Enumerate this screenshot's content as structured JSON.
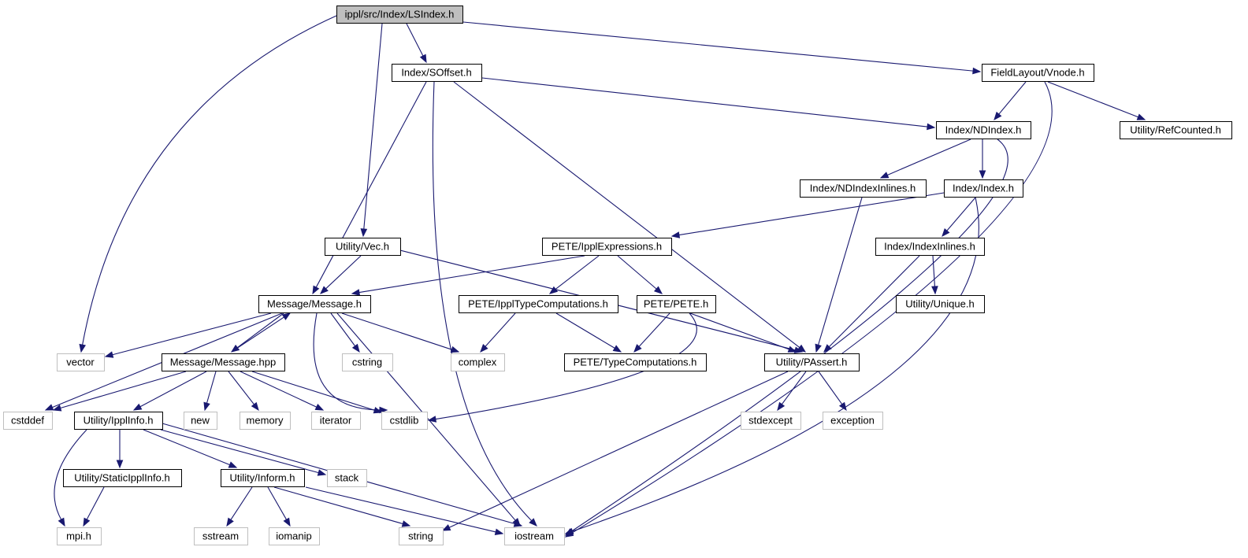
{
  "diagram": {
    "colors": {
      "edge": "#191970",
      "root_fill": "#bfbfbf",
      "node_border": "#000000",
      "system_border": "#bfbfbf",
      "background": "#ffffff"
    },
    "nodes": [
      {
        "id": "lsindex",
        "label": "ippl/src/Index/LSIndex.h",
        "kind": "root"
      },
      {
        "id": "soffset",
        "label": "Index/SOffset.h",
        "kind": "file"
      },
      {
        "id": "vnode",
        "label": "FieldLayout/Vnode.h",
        "kind": "file"
      },
      {
        "id": "ndindex",
        "label": "Index/NDIndex.h",
        "kind": "file"
      },
      {
        "id": "refcounted",
        "label": "Utility/RefCounted.h",
        "kind": "file"
      },
      {
        "id": "ndinlines",
        "label": "Index/NDIndexInlines.h",
        "kind": "file"
      },
      {
        "id": "indexh",
        "label": "Index/Index.h",
        "kind": "file"
      },
      {
        "id": "vec",
        "label": "Utility/Vec.h",
        "kind": "file"
      },
      {
        "id": "ipplexpr",
        "label": "PETE/IpplExpressions.h",
        "kind": "file"
      },
      {
        "id": "indexinlines",
        "label": "Index/IndexInlines.h",
        "kind": "file"
      },
      {
        "id": "message",
        "label": "Message/Message.h",
        "kind": "file"
      },
      {
        "id": "ippltypecomp",
        "label": "PETE/IpplTypeComputations.h",
        "kind": "file"
      },
      {
        "id": "pete",
        "label": "PETE/PETE.h",
        "kind": "file"
      },
      {
        "id": "unique",
        "label": "Utility/Unique.h",
        "kind": "file"
      },
      {
        "id": "vector",
        "label": "vector",
        "kind": "system"
      },
      {
        "id": "messagehpp",
        "label": "Message/Message.hpp",
        "kind": "file"
      },
      {
        "id": "cstring",
        "label": "cstring",
        "kind": "system"
      },
      {
        "id": "complex",
        "label": "complex",
        "kind": "system"
      },
      {
        "id": "typecomp",
        "label": "PETE/TypeComputations.h",
        "kind": "file"
      },
      {
        "id": "passert",
        "label": "Utility/PAssert.h",
        "kind": "file"
      },
      {
        "id": "cstddef",
        "label": "cstddef",
        "kind": "system"
      },
      {
        "id": "ipplinfo",
        "label": "Utility/IpplInfo.h",
        "kind": "file"
      },
      {
        "id": "new",
        "label": "new",
        "kind": "system"
      },
      {
        "id": "memory",
        "label": "memory",
        "kind": "system"
      },
      {
        "id": "iterator",
        "label": "iterator",
        "kind": "system"
      },
      {
        "id": "cstdlib",
        "label": "cstdlib",
        "kind": "system"
      },
      {
        "id": "stdexcept",
        "label": "stdexcept",
        "kind": "system"
      },
      {
        "id": "exception",
        "label": "exception",
        "kind": "system"
      },
      {
        "id": "staticippl",
        "label": "Utility/StaticIpplInfo.h",
        "kind": "file"
      },
      {
        "id": "inform",
        "label": "Utility/Inform.h",
        "kind": "file"
      },
      {
        "id": "stack",
        "label": "stack",
        "kind": "system"
      },
      {
        "id": "mpi",
        "label": "mpi.h",
        "kind": "system"
      },
      {
        "id": "sstream",
        "label": "sstream",
        "kind": "system"
      },
      {
        "id": "iomanip",
        "label": "iomanip",
        "kind": "system"
      },
      {
        "id": "string",
        "label": "string",
        "kind": "system"
      },
      {
        "id": "iostream",
        "label": "iostream",
        "kind": "system"
      }
    ],
    "edges": [
      {
        "from": "lsindex",
        "to": "soffset"
      },
      {
        "from": "lsindex",
        "to": "vnode"
      },
      {
        "from": "lsindex",
        "to": "vec"
      },
      {
        "from": "lsindex",
        "to": "vector"
      },
      {
        "from": "soffset",
        "to": "ndindex"
      },
      {
        "from": "soffset",
        "to": "message"
      },
      {
        "from": "soffset",
        "to": "iostream"
      },
      {
        "from": "soffset",
        "to": "passert"
      },
      {
        "from": "vnode",
        "to": "ndindex"
      },
      {
        "from": "vnode",
        "to": "refcounted"
      },
      {
        "from": "vnode",
        "to": "iostream"
      },
      {
        "from": "ndindex",
        "to": "ndinlines"
      },
      {
        "from": "ndindex",
        "to": "indexh"
      },
      {
        "from": "ndindex",
        "to": "iostream"
      },
      {
        "from": "ndinlines",
        "to": "passert"
      },
      {
        "from": "indexh",
        "to": "ipplexpr"
      },
      {
        "from": "indexh",
        "to": "indexinlines"
      },
      {
        "from": "indexh",
        "to": "iostream"
      },
      {
        "from": "vec",
        "to": "message"
      },
      {
        "from": "vec",
        "to": "passert"
      },
      {
        "from": "ipplexpr",
        "to": "message"
      },
      {
        "from": "ipplexpr",
        "to": "ippltypecomp"
      },
      {
        "from": "ipplexpr",
        "to": "pete"
      },
      {
        "from": "indexinlines",
        "to": "unique"
      },
      {
        "from": "indexinlines",
        "to": "passert"
      },
      {
        "from": "message",
        "to": "vector"
      },
      {
        "from": "message",
        "to": "messagehpp"
      },
      {
        "from": "message",
        "to": "cstring"
      },
      {
        "from": "message",
        "to": "complex"
      },
      {
        "from": "message",
        "to": "cstddef"
      },
      {
        "from": "message",
        "to": "cstdlib"
      },
      {
        "from": "message",
        "to": "iostream"
      },
      {
        "from": "messagehpp",
        "to": "message"
      },
      {
        "from": "messagehpp",
        "to": "cstddef"
      },
      {
        "from": "messagehpp",
        "to": "ipplinfo"
      },
      {
        "from": "messagehpp",
        "to": "new"
      },
      {
        "from": "messagehpp",
        "to": "memory"
      },
      {
        "from": "messagehpp",
        "to": "iterator"
      },
      {
        "from": "messagehpp",
        "to": "cstdlib"
      },
      {
        "from": "ippltypecomp",
        "to": "complex"
      },
      {
        "from": "ippltypecomp",
        "to": "typecomp"
      },
      {
        "from": "pete",
        "to": "typecomp"
      },
      {
        "from": "pete",
        "to": "passert"
      },
      {
        "from": "pete",
        "to": "cstdlib"
      },
      {
        "from": "passert",
        "to": "stdexcept"
      },
      {
        "from": "passert",
        "to": "exception"
      },
      {
        "from": "passert",
        "to": "string"
      },
      {
        "from": "ipplinfo",
        "to": "staticippl"
      },
      {
        "from": "ipplinfo",
        "to": "inform"
      },
      {
        "from": "ipplinfo",
        "to": "stack"
      },
      {
        "from": "ipplinfo",
        "to": "mpi"
      },
      {
        "from": "ipplinfo",
        "to": "iostream"
      },
      {
        "from": "staticippl",
        "to": "mpi"
      },
      {
        "from": "inform",
        "to": "sstream"
      },
      {
        "from": "inform",
        "to": "iomanip"
      },
      {
        "from": "inform",
        "to": "string"
      },
      {
        "from": "inform",
        "to": "iostream"
      }
    ]
  }
}
